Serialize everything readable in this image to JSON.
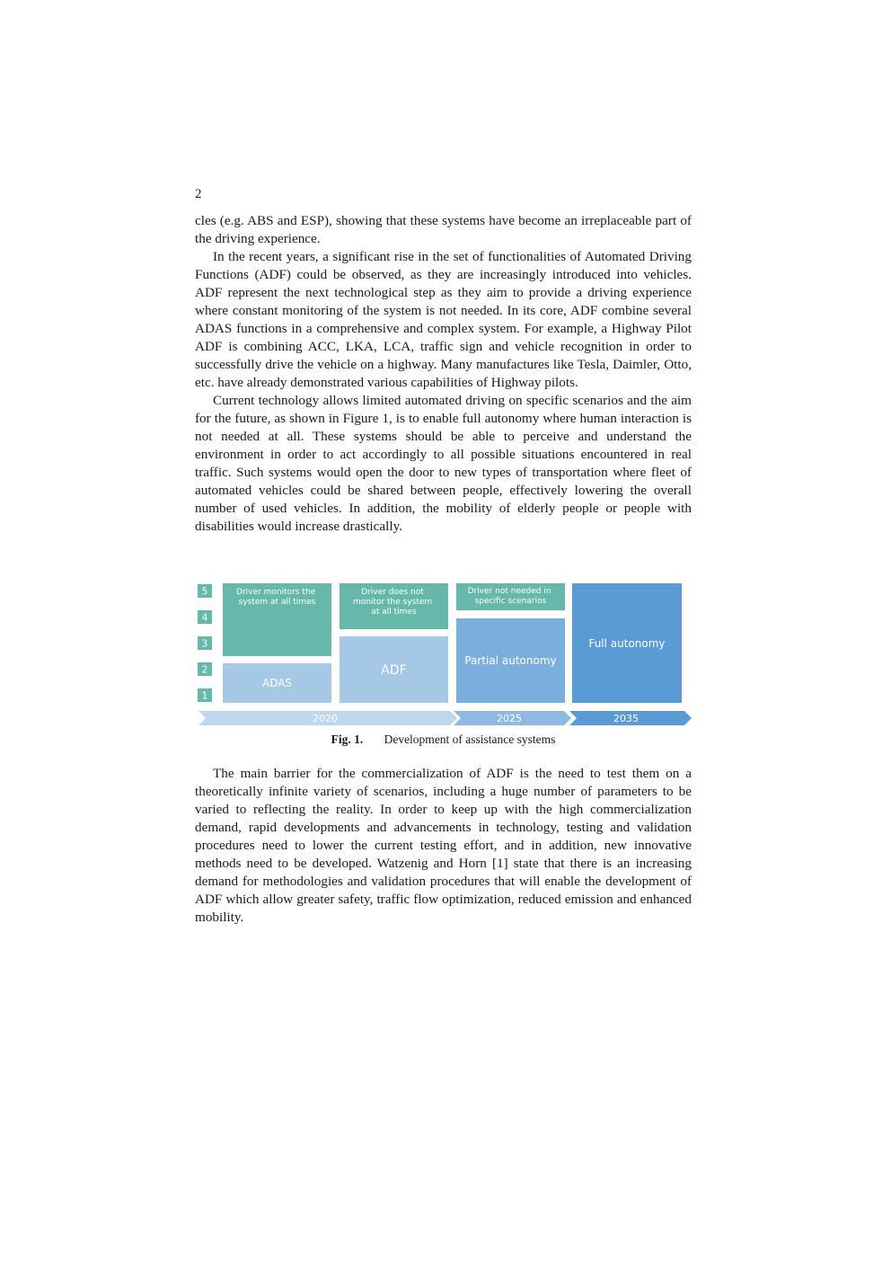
{
  "page_number": "2",
  "paragraphs_top": [
    {
      "text": "cles (e.g. ABS and ESP), showing that these systems have become an irreplaceable part of the driving experience.",
      "indent": false
    },
    {
      "text": "In the recent years, a significant rise in the set of functionalities of Automated Driving Functions (ADF) could be observed, as they are increasingly introduced into vehicles. ADF represent the next technological step as they aim to provide a driving experience where constant monitoring of the system is not needed. In its core, ADF combine several ADAS functions in a comprehensive and complex system. For example, a Highway Pilot ADF is combining ACC, LKA, LCA, traffic sign and vehicle recognition in order to successfully drive the vehicle on a highway. Many manufactures like Tesla, Daimler, Otto, etc. have already demonstrated various capabilities of Highway pilots.",
      "indent": true
    },
    {
      "text": "Current technology allows limited automated driving on specific scenarios and the aim for the future, as shown in Figure 1, is to enable full autonomy where human interaction is not needed at all. These systems should be able to perceive and understand the environment in order to act accordingly to all possible situations encountered in real traffic. Such systems would open the door to new types of transportation where fleet of automated vehicles could be shared between people, effectively lowering the overall number of used vehicles. In addition, the mobility of elderly people or people with disabilities would increase drastically.",
      "indent": true
    }
  ],
  "figure": {
    "levels": [
      "5",
      "4",
      "3",
      "2",
      "1"
    ],
    "columns": [
      {
        "top_label": "Driver monitors the system at all times",
        "bottom_label": "ADAS"
      },
      {
        "top_label": "Driver does not monitor the system at all times",
        "bottom_label": "ADF"
      },
      {
        "top_label": "Driver not needed in specific scenarios",
        "bottom_label": "Partial autonomy"
      },
      {
        "top_label": "",
        "bottom_label": "Full autonomy"
      }
    ],
    "timeline": [
      "2020",
      "2025",
      "2035"
    ],
    "colors": {
      "teal": "#66b9aa",
      "light_blue": "#a4c8e6",
      "mid_blue": "#7aaedd",
      "strong_blue": "#5b9bd5",
      "arrow_light": "#bdd7ee",
      "arrow_mid": "#8fb9e3",
      "arrow_dark": "#5b9bd5"
    }
  },
  "caption": {
    "label": "Fig. 1.",
    "text": "Development of assistance systems"
  },
  "paragraphs_bottom": [
    {
      "text": "The main barrier for the commercialization of ADF is the need to test them on a theoretically infinite variety of scenarios, including a huge number of parameters to be varied to reflecting the reality. In order to keep up with the high commercialization demand, rapid developments and advancements in technology, testing and validation procedures need to lower the current testing effort, and in addition, new innovative methods need to be developed. Watzenig and Horn [1] state that there is an increasing demand for methodologies and validation procedures that will enable the development of ADF which allow greater safety, traffic flow optimization, reduced emission and enhanced mobility.",
      "indent": true
    }
  ]
}
